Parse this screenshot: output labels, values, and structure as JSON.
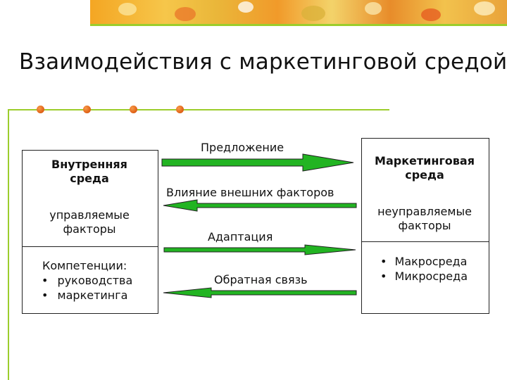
{
  "title": "Взаимодействия с маркетинговой средой",
  "colors": {
    "accent_green": "#9ccd2c",
    "arrow_fill": "#22b422",
    "dot_orange": "#e2661a",
    "banner_orange": "#f4a623"
  },
  "left_box": {
    "heading": [
      "Внутренняя",
      "среда"
    ],
    "subtitle": [
      "управляемые",
      "факторы"
    ],
    "list_title": "Компетенции:",
    "list_items": [
      "руководства",
      "маркетинга"
    ]
  },
  "right_box": {
    "heading": [
      "Маркетинговая",
      "среда"
    ],
    "subtitle": [
      "неуправляемые",
      "факторы"
    ],
    "list_items": [
      "Макросреда",
      "Микросреда"
    ]
  },
  "arrows": [
    {
      "label": "Предложение",
      "direction": "right"
    },
    {
      "label": "Влияние внешних факторов",
      "direction": "left"
    },
    {
      "label": "Адаптация",
      "direction": "right"
    },
    {
      "label": "Обратная связь",
      "direction": "left"
    }
  ],
  "bullet_symbol": "•",
  "decoration": {
    "dot_count": 4,
    "icon": "orange-dot-icon"
  }
}
